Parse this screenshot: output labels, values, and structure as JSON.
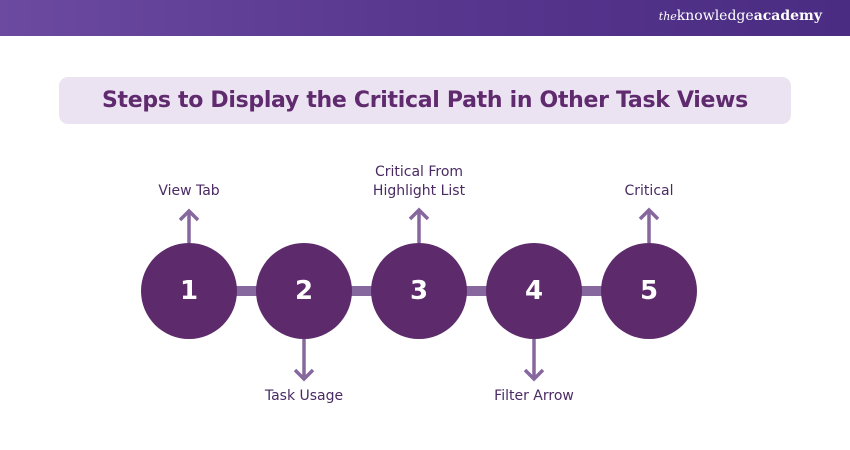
{
  "brand": {
    "the": "the",
    "knowledge": "knowledge",
    "academy": "academy"
  },
  "title": "Steps to Display the Critical Path in Other Task Views",
  "steps": [
    {
      "number": "1",
      "label": "View Tab",
      "direction": "up"
    },
    {
      "number": "2",
      "label": "Task Usage",
      "direction": "down"
    },
    {
      "number": "3",
      "label_line1": "Critical From",
      "label_line2": "Highlight List",
      "direction": "up"
    },
    {
      "number": "4",
      "label": "Filter Arrow",
      "direction": "down"
    },
    {
      "number": "5",
      "label": "Critical",
      "direction": "up"
    }
  ],
  "colors": {
    "header": "#58378f",
    "title_bg": "#ebe3f2",
    "title_text": "#5f2a6e",
    "circle": "#5d2b6b",
    "connector": "#86689e"
  }
}
